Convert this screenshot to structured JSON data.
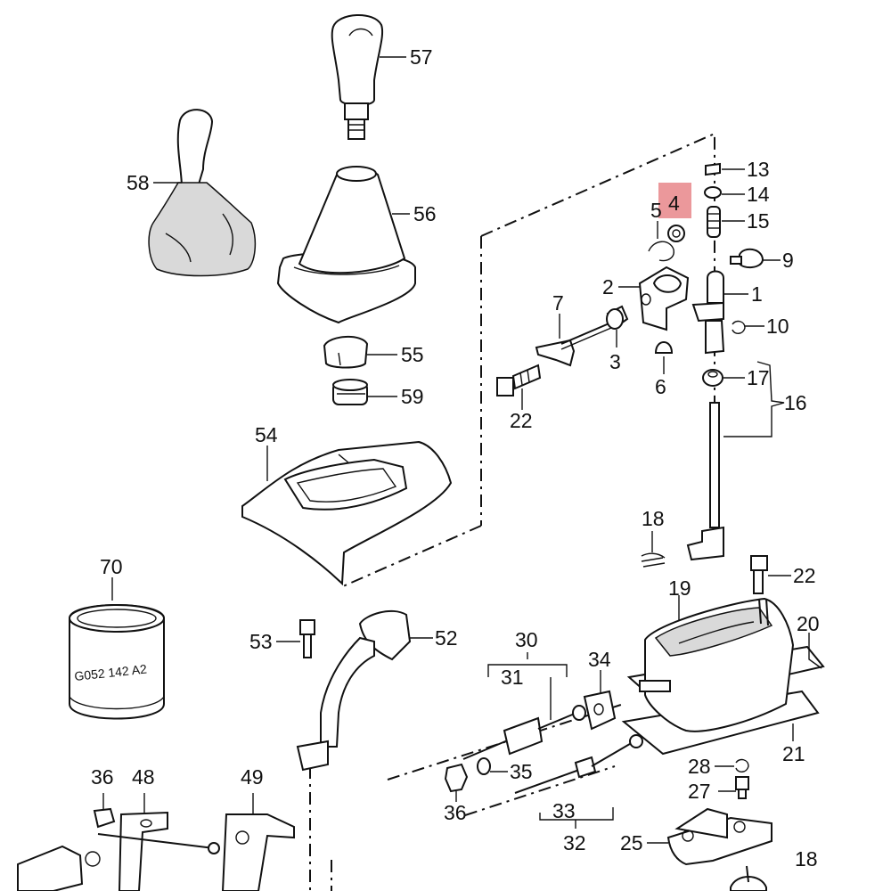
{
  "highlight": {
    "label": "4",
    "color": "#e8868a"
  },
  "callouts": {
    "p57": "57",
    "p58": "58",
    "p56": "56",
    "p55": "55",
    "p59": "59",
    "p54": "54",
    "p13": "13",
    "p14": "14",
    "p15": "15",
    "p4": "4",
    "p5": "5",
    "p9": "9",
    "p2": "2",
    "p1": "1",
    "p7": "7",
    "p10": "10",
    "p3": "3",
    "p6": "6",
    "p17": "17",
    "p16": "16",
    "p22a": "22",
    "p18a": "18",
    "p22b": "22",
    "p19": "19",
    "p20": "20",
    "p70": "70",
    "p53": "53",
    "p52": "52",
    "p30": "30",
    "p31": "31",
    "p34": "34",
    "p21": "21",
    "p35": "35",
    "p28": "28",
    "p36a": "36",
    "p48": "48",
    "p49": "49",
    "p27": "27",
    "p36b": "36",
    "p33": "33",
    "p32": "32",
    "p25": "25",
    "p18b": "18"
  },
  "filter_stamp": "G052 142 A2"
}
